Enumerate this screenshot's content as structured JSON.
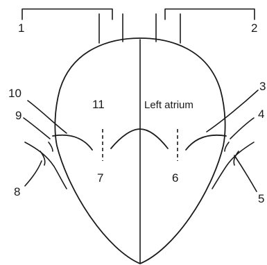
{
  "labels": {
    "n1": "1",
    "n2": "2",
    "n3": "3",
    "n4": "4",
    "n5": "5",
    "n6": "6",
    "n7": "7",
    "n8": "8",
    "n9": "9",
    "n10": "10",
    "n11": "11",
    "left_atrium": "Left atrium"
  }
}
